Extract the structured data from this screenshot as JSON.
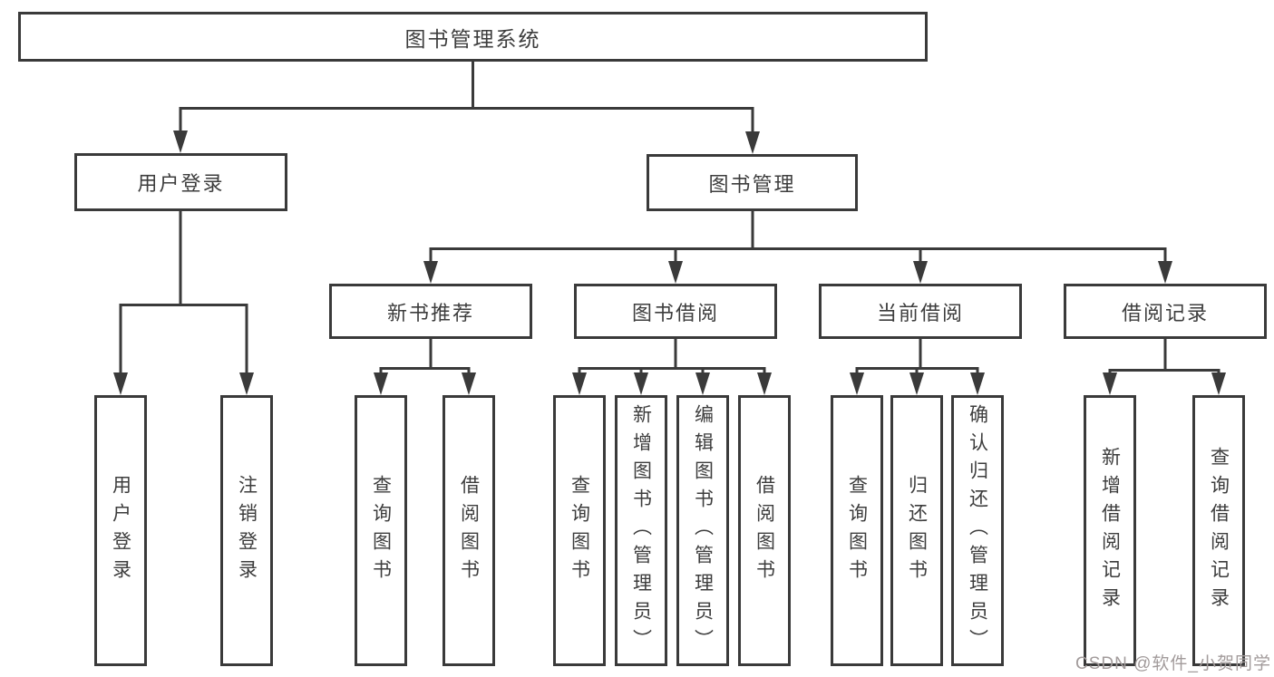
{
  "tree": {
    "label": "图书管理系统",
    "children": [
      {
        "label": "用户登录",
        "children": [
          {
            "label": "用户登录"
          },
          {
            "label": "注销登录"
          }
        ]
      },
      {
        "label": "图书管理",
        "children": [
          {
            "label": "新书推荐",
            "children": [
              {
                "label": "查询图书"
              },
              {
                "label": "借阅图书"
              }
            ]
          },
          {
            "label": "图书借阅",
            "children": [
              {
                "label": "查询图书"
              },
              {
                "label": "新增图书（管理员）"
              },
              {
                "label": "编辑图书（管理员）"
              },
              {
                "label": "借阅图书"
              }
            ]
          },
          {
            "label": "当前借阅",
            "children": [
              {
                "label": "查询图书"
              },
              {
                "label": "归还图书"
              },
              {
                "label": "确认归还（管理员）"
              }
            ]
          },
          {
            "label": "借阅记录",
            "children": [
              {
                "label": "新增借阅记录"
              },
              {
                "label": "查询借阅记录"
              }
            ]
          }
        ]
      }
    ]
  },
  "watermark": {
    "text": "CSDN @软件_小贺同学",
    "color": "#a29b9b"
  },
  "colors": {
    "line": "#3a3a3a",
    "border": "#3a3a3a",
    "text": "#3d3d3d",
    "background": "#ffffff"
  }
}
